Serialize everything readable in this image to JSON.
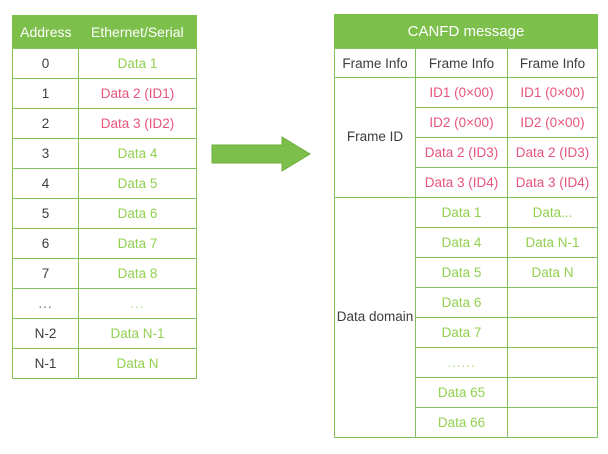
{
  "colors": {
    "header_green": "#7cbf4a",
    "border_green": "#84c05c",
    "text_green": "#92d050",
    "text_pink": "#e7547c",
    "text_dark": "#3d3d3d",
    "arrow_green": "#7cbf4a"
  },
  "left_table": {
    "headers": [
      "Address",
      "Ethernet/Serial"
    ],
    "rows": [
      {
        "address": "0",
        "data": "Data 1"
      },
      {
        "address": "1",
        "data": "Data 2 (ID1)"
      },
      {
        "address": "2",
        "data": "Data 3 (ID2)"
      },
      {
        "address": "3",
        "data": "Data 4"
      },
      {
        "address": "4",
        "data": "Data 5"
      },
      {
        "address": "5",
        "data": "Data 6"
      },
      {
        "address": "6",
        "data": "Data 7"
      },
      {
        "address": "7",
        "data": "Data 8"
      },
      {
        "address": "...",
        "data": "..."
      },
      {
        "address": "N-2",
        "data": "Data N-1"
      },
      {
        "address": "N-1",
        "data": "Data N"
      }
    ]
  },
  "right_table": {
    "title": "CANFD message",
    "frame_info_row": [
      "Frame Info",
      "Frame Info",
      "Frame Info"
    ],
    "frame_id_label": "Frame ID",
    "frame_id_rows": [
      {
        "col2": "ID1 (0×00)",
        "col3": "ID1 (0×00)"
      },
      {
        "col2": "ID2 (0×00)",
        "col3": "ID2 (0×00)"
      },
      {
        "col2": "Data 2 (ID3)",
        "col3": "Data 2 (ID3)"
      },
      {
        "col2": "Data 3 (ID4)",
        "col3": "Data 3 (ID4)"
      }
    ],
    "data_domain_label": "Data domain",
    "data_rows": [
      {
        "col2": "Data 1",
        "col3": "Data..."
      },
      {
        "col2": "Data 4",
        "col3": "Data N-1"
      },
      {
        "col2": "Data 5",
        "col3": "Data N"
      },
      {
        "col2": "Data 6",
        "col3": ""
      },
      {
        "col2": "Data 7",
        "col3": ""
      },
      {
        "col2": "......",
        "col3": ""
      },
      {
        "col2": "Data 65",
        "col3": ""
      },
      {
        "col2": "Data 66",
        "col3": ""
      }
    ]
  }
}
